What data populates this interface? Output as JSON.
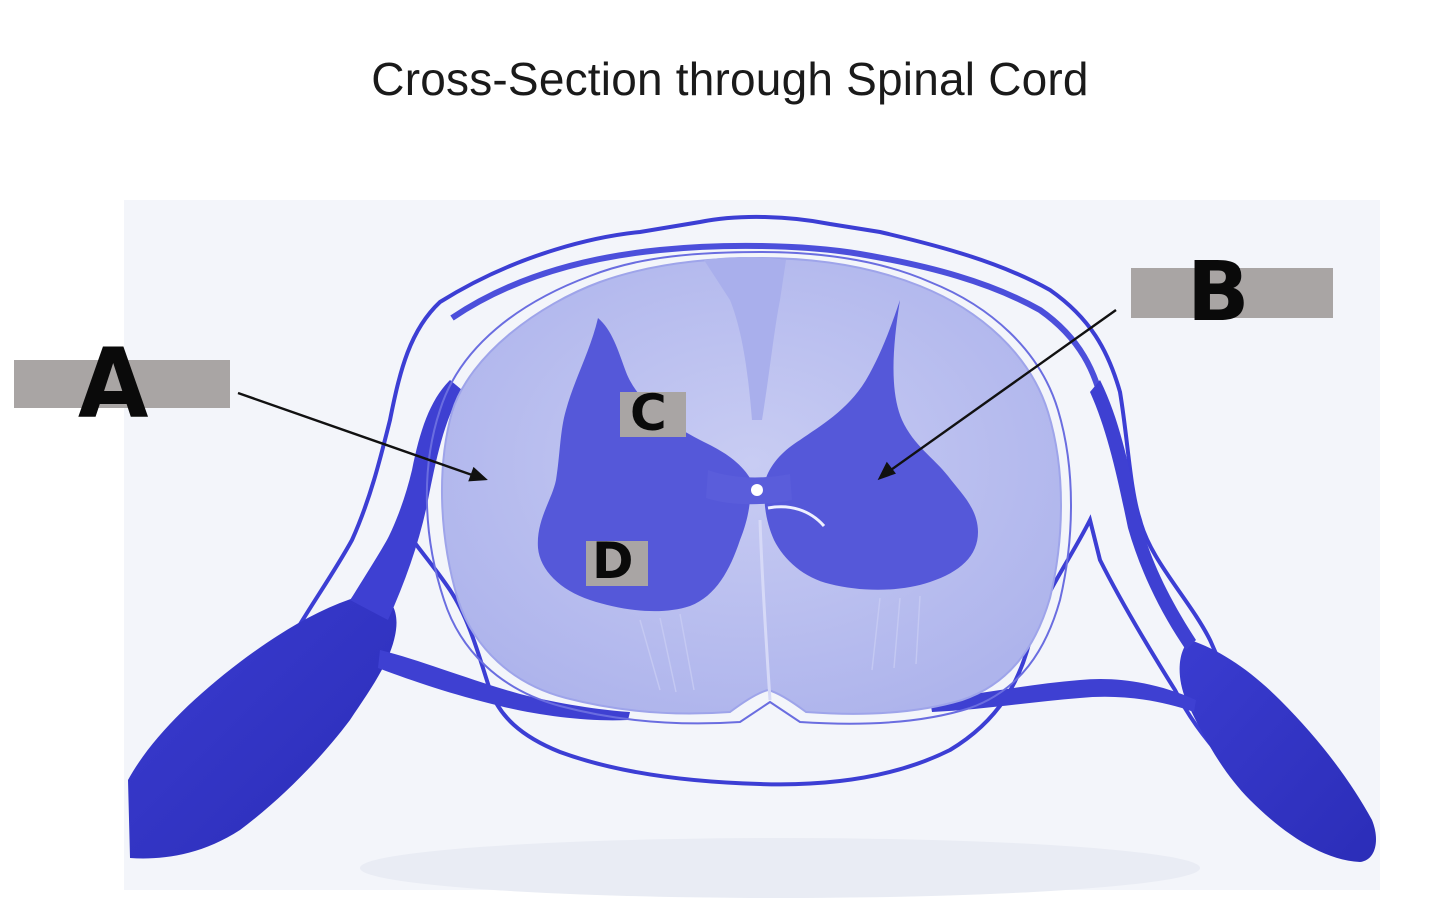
{
  "title": "Cross-Section through Spinal Cord",
  "labels": {
    "a": "A",
    "b": "B",
    "c": "C",
    "d": "D"
  },
  "colors": {
    "stain_dark": "#3d3fd3",
    "stain_gray_matter": "#5457d8",
    "stain_white_matter": "#b9bff0",
    "background_tissue": "#f4f6fb",
    "label_box": "#a9a5a4"
  }
}
